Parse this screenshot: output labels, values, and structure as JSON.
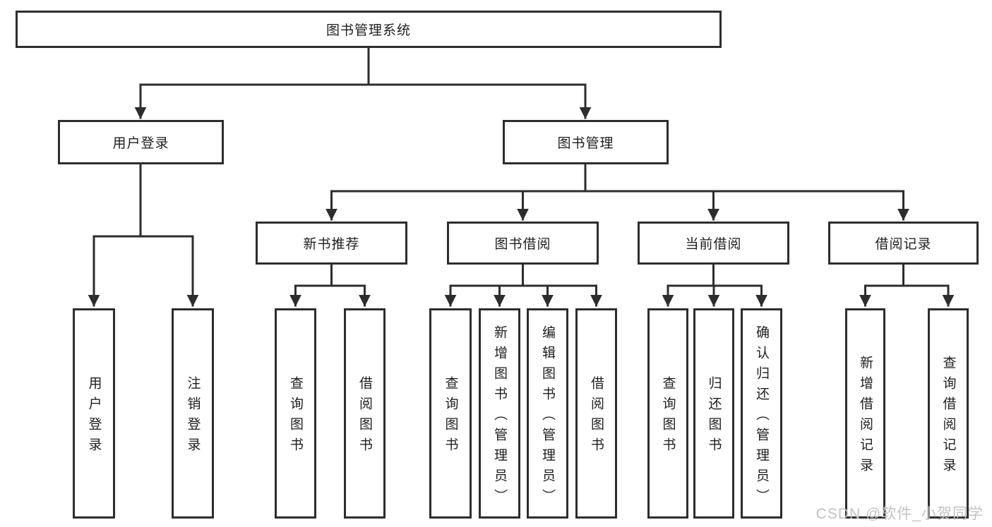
{
  "tree": {
    "root": {
      "label": "图书管理系统"
    },
    "branches": [
      {
        "label": "用户登录",
        "children": [
          {
            "label": "用户登录"
          },
          {
            "label": "注销登录"
          }
        ]
      },
      {
        "label": "图书管理",
        "children": [
          {
            "label": "新书推荐",
            "children": [
              {
                "label": "查询图书"
              },
              {
                "label": "借阅图书"
              }
            ]
          },
          {
            "label": "图书借阅",
            "children": [
              {
                "label": "查询图书"
              },
              {
                "label": "新增图书（管理员）"
              },
              {
                "label": "编辑图书（管理员）"
              },
              {
                "label": "借阅图书"
              }
            ]
          },
          {
            "label": "当前借阅",
            "children": [
              {
                "label": "查询图书"
              },
              {
                "label": "归还图书"
              },
              {
                "label": "确认归还（管理员）"
              }
            ]
          },
          {
            "label": "借阅记录",
            "children": [
              {
                "label": "新增借阅记录"
              },
              {
                "label": "查询借阅记录"
              }
            ]
          }
        ]
      }
    ]
  },
  "watermark": {
    "text": "CSDN @软件_小贺同学"
  },
  "colors": {
    "line": "#2d2d2d",
    "border": "#2d2d2d",
    "text": "#1e1e1e",
    "watermark": "#c2c2c2",
    "background": "#ffffff"
  }
}
